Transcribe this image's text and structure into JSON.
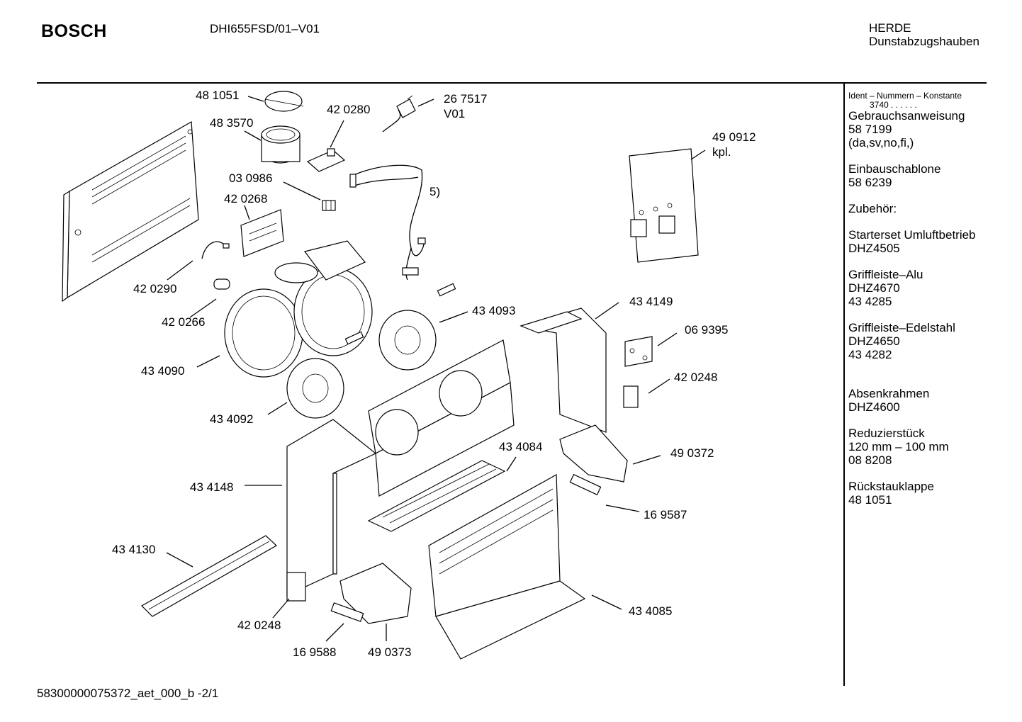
{
  "header": {
    "brand": "BOSCH",
    "model": "DHI655FSD/01–V01",
    "category_line1": "HERDE",
    "category_line2": "Dunstabzugshauben"
  },
  "sidebar": {
    "ident_title": "Ident – Nummern – Konstante",
    "ident_value": "3740  .  .  .  .  .  .",
    "groups": [
      {
        "lines": [
          "Gebrauchsanweisung",
          "58 7199",
          "(da,sv,no,fi,)"
        ]
      },
      {
        "lines": [
          "Einbauschablone",
          "58 6239"
        ]
      },
      {
        "lines": [
          "Zubehör:"
        ]
      },
      {
        "lines": [
          "Starterset Umluftbetrieb",
          "DHZ4505"
        ]
      },
      {
        "lines": [
          "Griffleiste–Alu",
          "DHZ4670",
          "43 4285"
        ]
      },
      {
        "lines": [
          "Griffleiste–Edelstahl",
          "DHZ4650",
          "43 4282"
        ]
      },
      {
        "lines": [
          "Absenkrahmen",
          "DHZ4600"
        ]
      },
      {
        "lines": [
          "Reduzierstück",
          "120 mm – 100 mm",
          "08 8208"
        ]
      },
      {
        "lines": [
          "Rückstauklappe",
          "48 1051"
        ]
      }
    ]
  },
  "parts": {
    "p481051": "48 1051",
    "p483570": "48 3570",
    "p420280": "42 0280",
    "p267517": "26 7517",
    "p267517_rev": "V01",
    "p030986": "03 0986",
    "p420268": "42 0268",
    "note5": "5)",
    "p490912": "49 0912",
    "p490912_kpl": "kpl.",
    "p420290": "42 0290",
    "p420266": "42 0266",
    "p434093": "43 4093",
    "p434149": "43 4149",
    "p069395": "06 9395",
    "p434090": "43 4090",
    "p420248a": "42 0248",
    "p434092": "43 4092",
    "p490372": "49 0372",
    "p434084": "43 4084",
    "p434148": "43 4148",
    "p169587": "16 9587",
    "p434130": "43 4130",
    "p434085": "43 4085",
    "p420248b": "42 0248",
    "p169588": "16 9588",
    "p490373": "49 0373"
  },
  "footer": {
    "doc_id": "58300000075372_aet_000_b  -2/1"
  }
}
